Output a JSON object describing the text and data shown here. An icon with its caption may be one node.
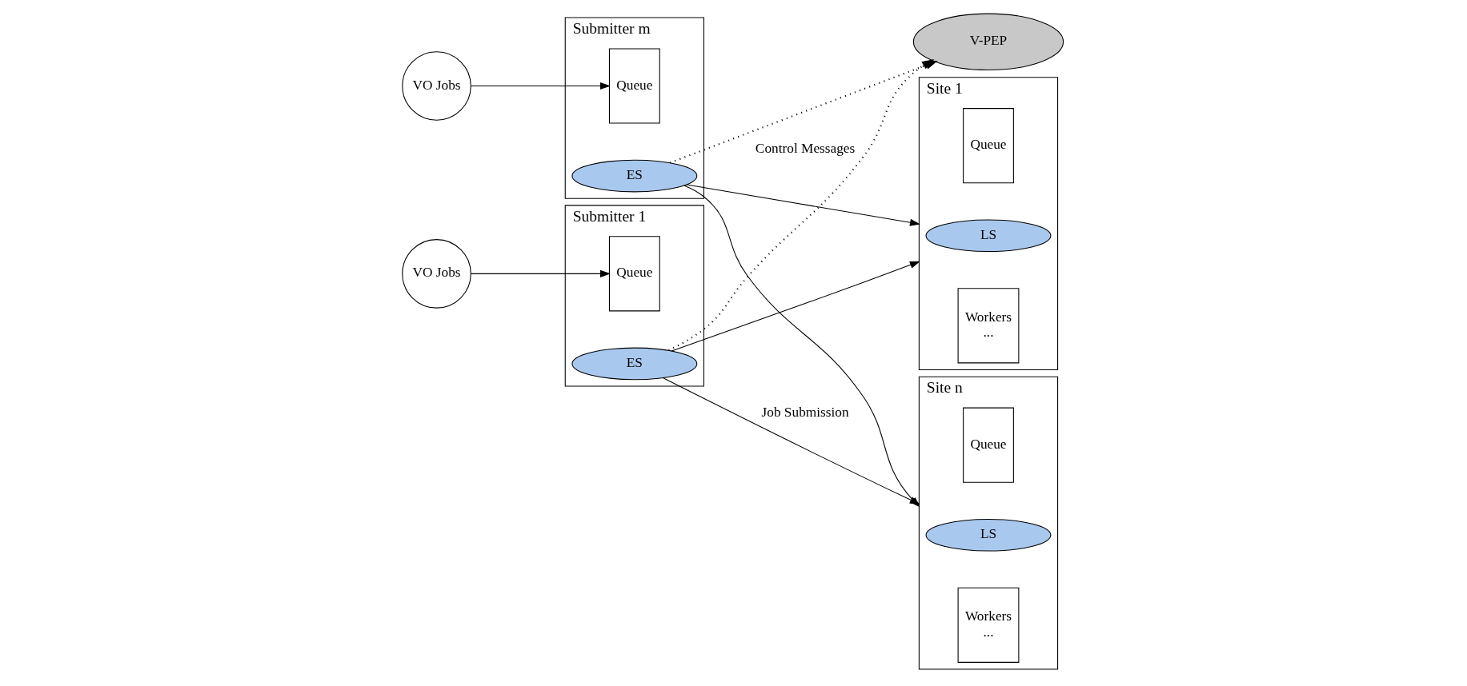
{
  "diagram": {
    "nodes": [
      {
        "text": [
          "VO Jobs"
        ]
      },
      {
        "text": [
          "Submitter 1"
        ]
      },
      {
        "text": [
          "Queue"
        ],
        "in": 1
      },
      {
        "text": [
          "ES"
        ],
        "in": 1
      },
      {
        "text": [
          "Site 1"
        ]
      },
      {
        "text": [
          "Queue"
        ],
        "in": 4
      },
      {
        "text": [
          "LS"
        ],
        "in": 4
      },
      {
        "text": [
          "Workers",
          "..."
        ],
        "in": 4
      },
      {
        "text": [
          "V-PEP"
        ]
      },
      {
        "text": [
          "VO Jobs"
        ]
      },
      {
        "text": [
          "Submitter m"
        ]
      },
      {
        "text": [
          "Queue"
        ],
        "in": 10
      },
      {
        "text": [
          "ES"
        ],
        "in": 10
      },
      {
        "text": [
          "Site n"
        ]
      },
      {
        "text": [
          "Queue"
        ],
        "in": 13
      },
      {
        "text": [
          "LS"
        ],
        "in": 13
      },
      {
        "text": [
          "Workers",
          "..."
        ],
        "in": 13
      }
    ],
    "edges": [
      {
        "from": 0,
        "to": 2,
        "arrow": "to"
      },
      {
        "from": 3,
        "to": 4,
        "arrow": "to"
      },
      {
        "from": 3,
        "to": 8,
        "arrow": "to",
        "label": "Control Messages",
        "style": "dashed"
      },
      {
        "from": 3,
        "to": 13,
        "arrow": "to",
        "label": "Job Submission"
      },
      {
        "from": 9,
        "to": 11,
        "arrow": "to"
      },
      {
        "from": 12,
        "to": 8,
        "arrow": "to",
        "style": "dashed"
      },
      {
        "from": 12,
        "to": 4,
        "arrow": "to"
      },
      {
        "from": 12,
        "to": 13,
        "arrow": "to"
      }
    ]
  }
}
